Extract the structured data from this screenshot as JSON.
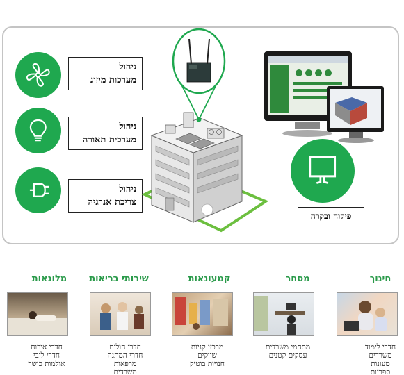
{
  "management": {
    "hvac": {
      "line1": "ניהול",
      "line2": "מערכות מיזוג",
      "icon": "fan-icon"
    },
    "lighting": {
      "line1": "ניהול",
      "line2": "מערכית תאורה",
      "icon": "lightbulb-icon"
    },
    "energy": {
      "line1": "ניהול",
      "line2": "צריכת אנרגיה",
      "icon": "plug-icon"
    }
  },
  "control": {
    "label": "פיקוח ובקרה",
    "icon": "monitor-icon"
  },
  "colors": {
    "accent": "#1fa84f",
    "title_green": "#2a9a4a"
  },
  "sectors": [
    {
      "title": "חינוך",
      "lines": [
        "חדרי לימוד",
        "משרדים",
        "מעונות",
        "ספריות"
      ]
    },
    {
      "title": "מסחר",
      "lines": [
        "מתחמי משרדים",
        "עסקים קטנים"
      ]
    },
    {
      "title": "קמעונאות",
      "lines": [
        "מרכזי קניות",
        "שווקים",
        "חנויות בוטיק"
      ]
    },
    {
      "title": "שירותי בריאות",
      "lines": [
        "חדרי חולים",
        "חדרי המתנה",
        "מרפאות",
        "משרדים"
      ]
    },
    {
      "title": "מלונאות",
      "lines": [
        "חדרי אירוח",
        "חדרי לובי",
        "אולמות כושר"
      ]
    }
  ]
}
